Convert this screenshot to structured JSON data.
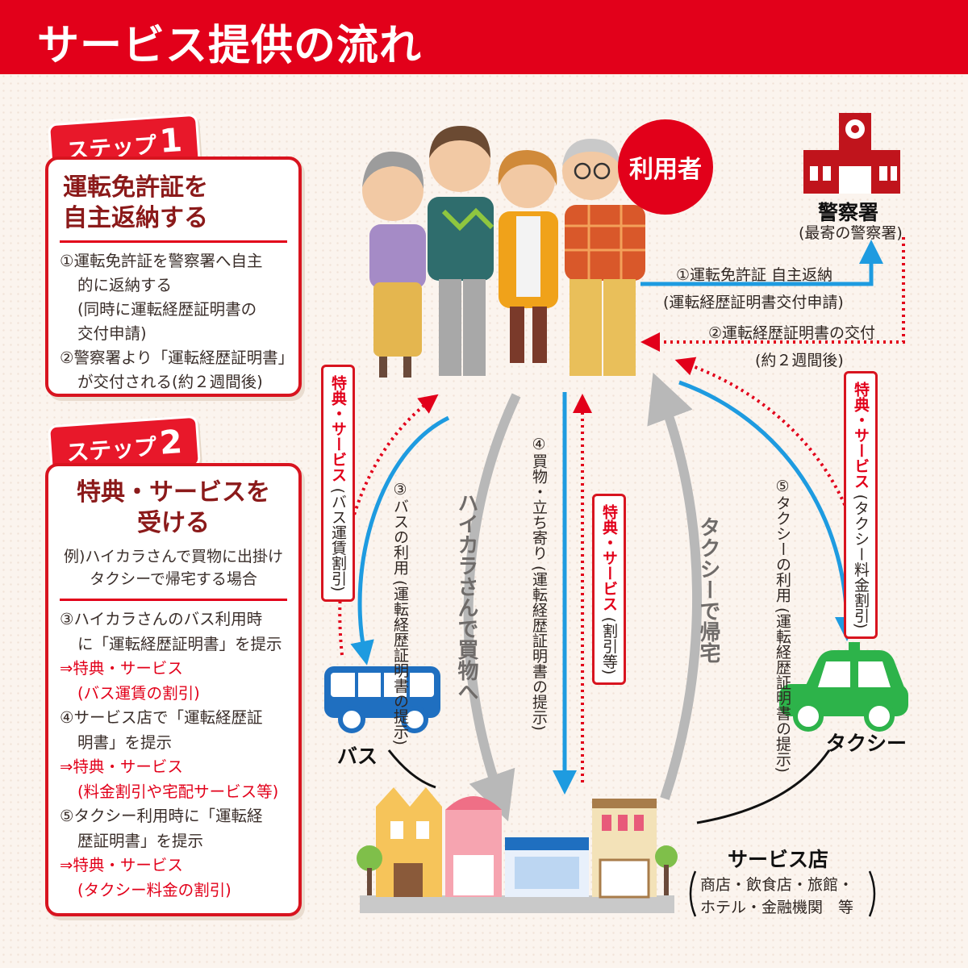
{
  "header": {
    "title": "サービス提供の流れ"
  },
  "step1": {
    "tag_text": "ステップ",
    "tag_num": "1",
    "title_line1": "運転免許証を",
    "title_line2": "自主返納する",
    "lines": [
      "①運転免許証を警察署へ自主",
      "的に返納する",
      "(同時に運転経歴証明書の",
      "交付申請)",
      "②警察署より「運転経歴証明書」",
      "が交付される(約２週間後)"
    ]
  },
  "step2": {
    "tag_text": "ステップ",
    "tag_num": "2",
    "title_line1": "特典・サービスを",
    "title_line2": "受ける",
    "example_line1": "例)ハイカラさんで買物に出掛け",
    "example_line2": "タクシーで帰宅する場合",
    "items": [
      "③ハイカラさんのバス利用時",
      "に「運転経歴証明書」を提示",
      "⇒特典・サービス",
      "(バス運賃の割引)",
      "④サービス店で「運転経歴証",
      "明書」を提示",
      "⇒特典・サービス",
      "(料金割引や宅配サービス等)",
      "⑤タクシー利用時に「運転経",
      "歴証明書」を提示",
      "⇒特典・サービス",
      "(タクシー料金の割引)"
    ]
  },
  "diagram": {
    "user_badge": "利用者",
    "police_label": "警察署",
    "police_sub": "(最寄の警察署)",
    "arrow1_line1": "①運転免許証 自主返納",
    "arrow1_line2": "(運転経歴証明書交付申請)",
    "arrow2_line1": "②運転経歴証明書の交付",
    "arrow2_line2": "(約２週間後)",
    "bus_perk_red": "特典・サービス",
    "bus_perk_note": "(バス運賃割引)",
    "bus_use": "③バスの利用",
    "bus_use_note": "(運転経歴証明書の提示)",
    "shopping_to": "ハイカラさんで買物へ",
    "shop_stop": "④買物・立ち寄り",
    "shop_stop_note": "(運転経歴証明書の提示)",
    "shop_perk_red": "特典・サービス",
    "shop_perk_note": "(割引等)",
    "taxi_home": "タクシーで帰宅",
    "taxi_use": "⑤タクシーの利用",
    "taxi_use_note": "(運転経歴証明書の提示)",
    "taxi_perk_red": "特典・サービス",
    "taxi_perk_note": "(タクシー料金割引)",
    "bus_label": "バス",
    "taxi_label": "タクシー",
    "shop_label": "サービス店",
    "shop_types_line1": "商店・飲食店・旅館・",
    "shop_types_line2": "ホテル・金融機関　等"
  },
  "colors": {
    "brand_red": "#e2001a",
    "arrow_blue": "#1e9be0",
    "arrow_gray": "#b8b8b8",
    "taxi_green": "#2db34a",
    "bus_blue": "#1f6fc0"
  }
}
